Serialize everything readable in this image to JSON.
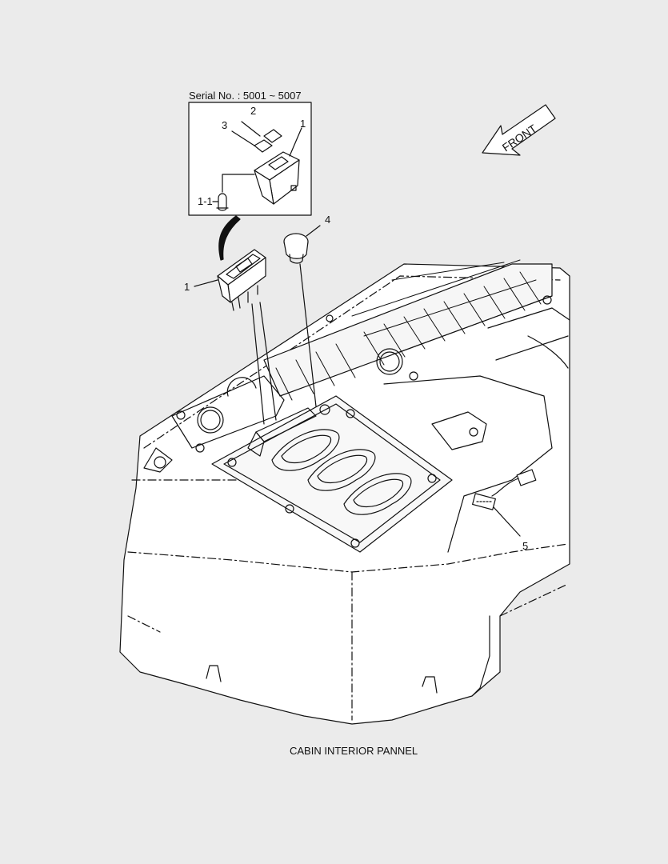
{
  "inset": {
    "serial_label": "Serial No. : 5001 ~ 5007"
  },
  "callouts": {
    "inset_2": "2",
    "inset_3": "3",
    "inset_1": "1",
    "inset_1_1": "1-1",
    "main_1": "1",
    "main_4": "4",
    "main_5": "5"
  },
  "front_arrow": {
    "label": "FRONT"
  },
  "caption": "CABIN INTERIOR PANNEL",
  "colors": {
    "background": "#ebebeb",
    "line": "#111111",
    "fill": "#ffffff"
  }
}
